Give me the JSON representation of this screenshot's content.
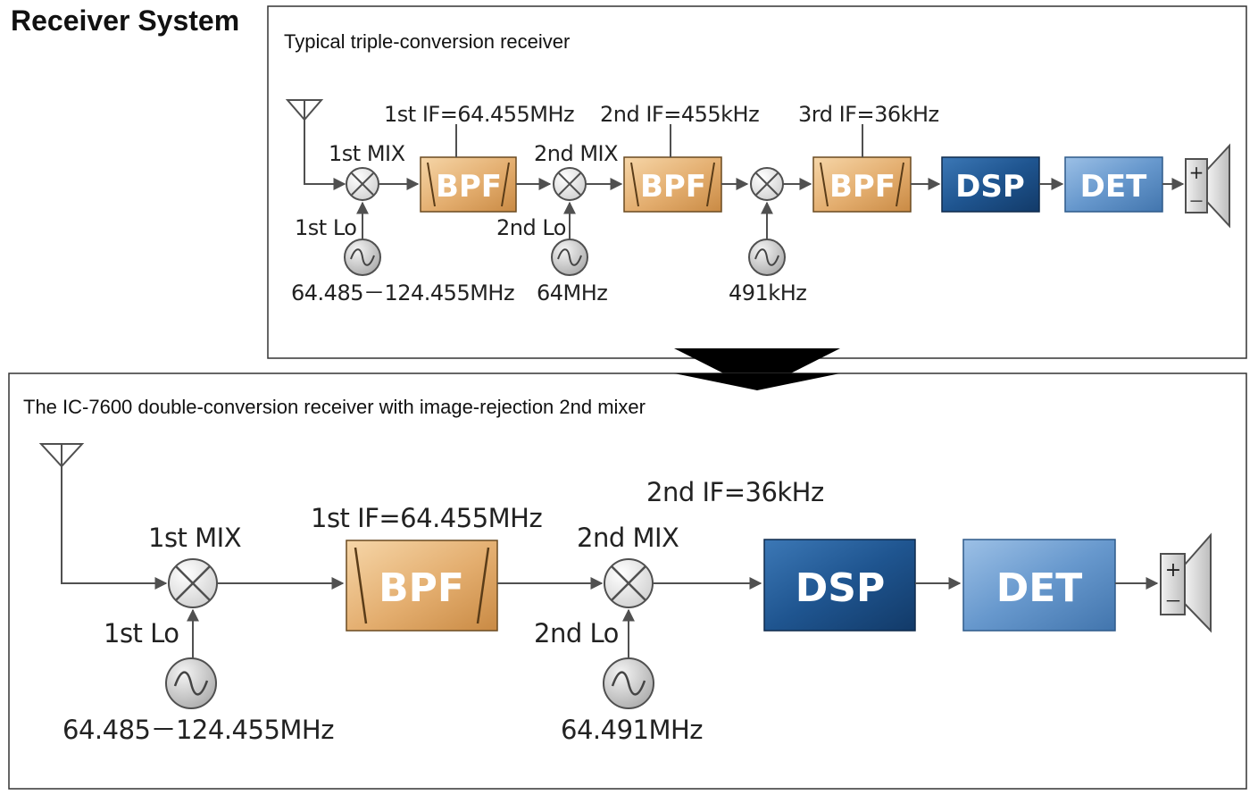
{
  "page_title": "Receiver System",
  "top": {
    "caption": "Typical triple-conversion receiver",
    "labels": {
      "mix1": "1st MIX",
      "mix2": "2nd MIX",
      "if1": "1st IF=64.455MHz",
      "if2": "2nd IF=455kHz",
      "if3": "3rd IF=36kHz",
      "lo1": "1st Lo",
      "lo2": "2nd Lo",
      "lo1_freq": "64.485－124.455MHz",
      "lo2_freq": "64MHz",
      "lo3_freq": "491kHz"
    },
    "blocks": {
      "bpf1": "BPF",
      "bpf2": "BPF",
      "bpf3": "BPF",
      "dsp": "DSP",
      "det": "DET"
    }
  },
  "bottom": {
    "caption": "The IC-7600 double-conversion receiver with image-rejection 2nd mixer",
    "labels": {
      "mix1": "1st MIX",
      "mix2": "2nd MIX",
      "if1": "1st IF=64.455MHz",
      "if2": "2nd IF=36kHz",
      "lo1": "1st Lo",
      "lo2": "2nd Lo",
      "lo1_freq": "64.485－124.455MHz",
      "lo2_freq": "64.491MHz"
    },
    "blocks": {
      "bpf": "BPF",
      "dsp": "DSP",
      "det": "DET"
    }
  },
  "speaker": {
    "plus": "+",
    "minus": "－"
  },
  "colors": {
    "bpf_fill": "#e3ad6e",
    "dsp_fill": "#1f5590",
    "det_fill": "#6798cd",
    "line": "#505050",
    "arrow": "#000000"
  }
}
